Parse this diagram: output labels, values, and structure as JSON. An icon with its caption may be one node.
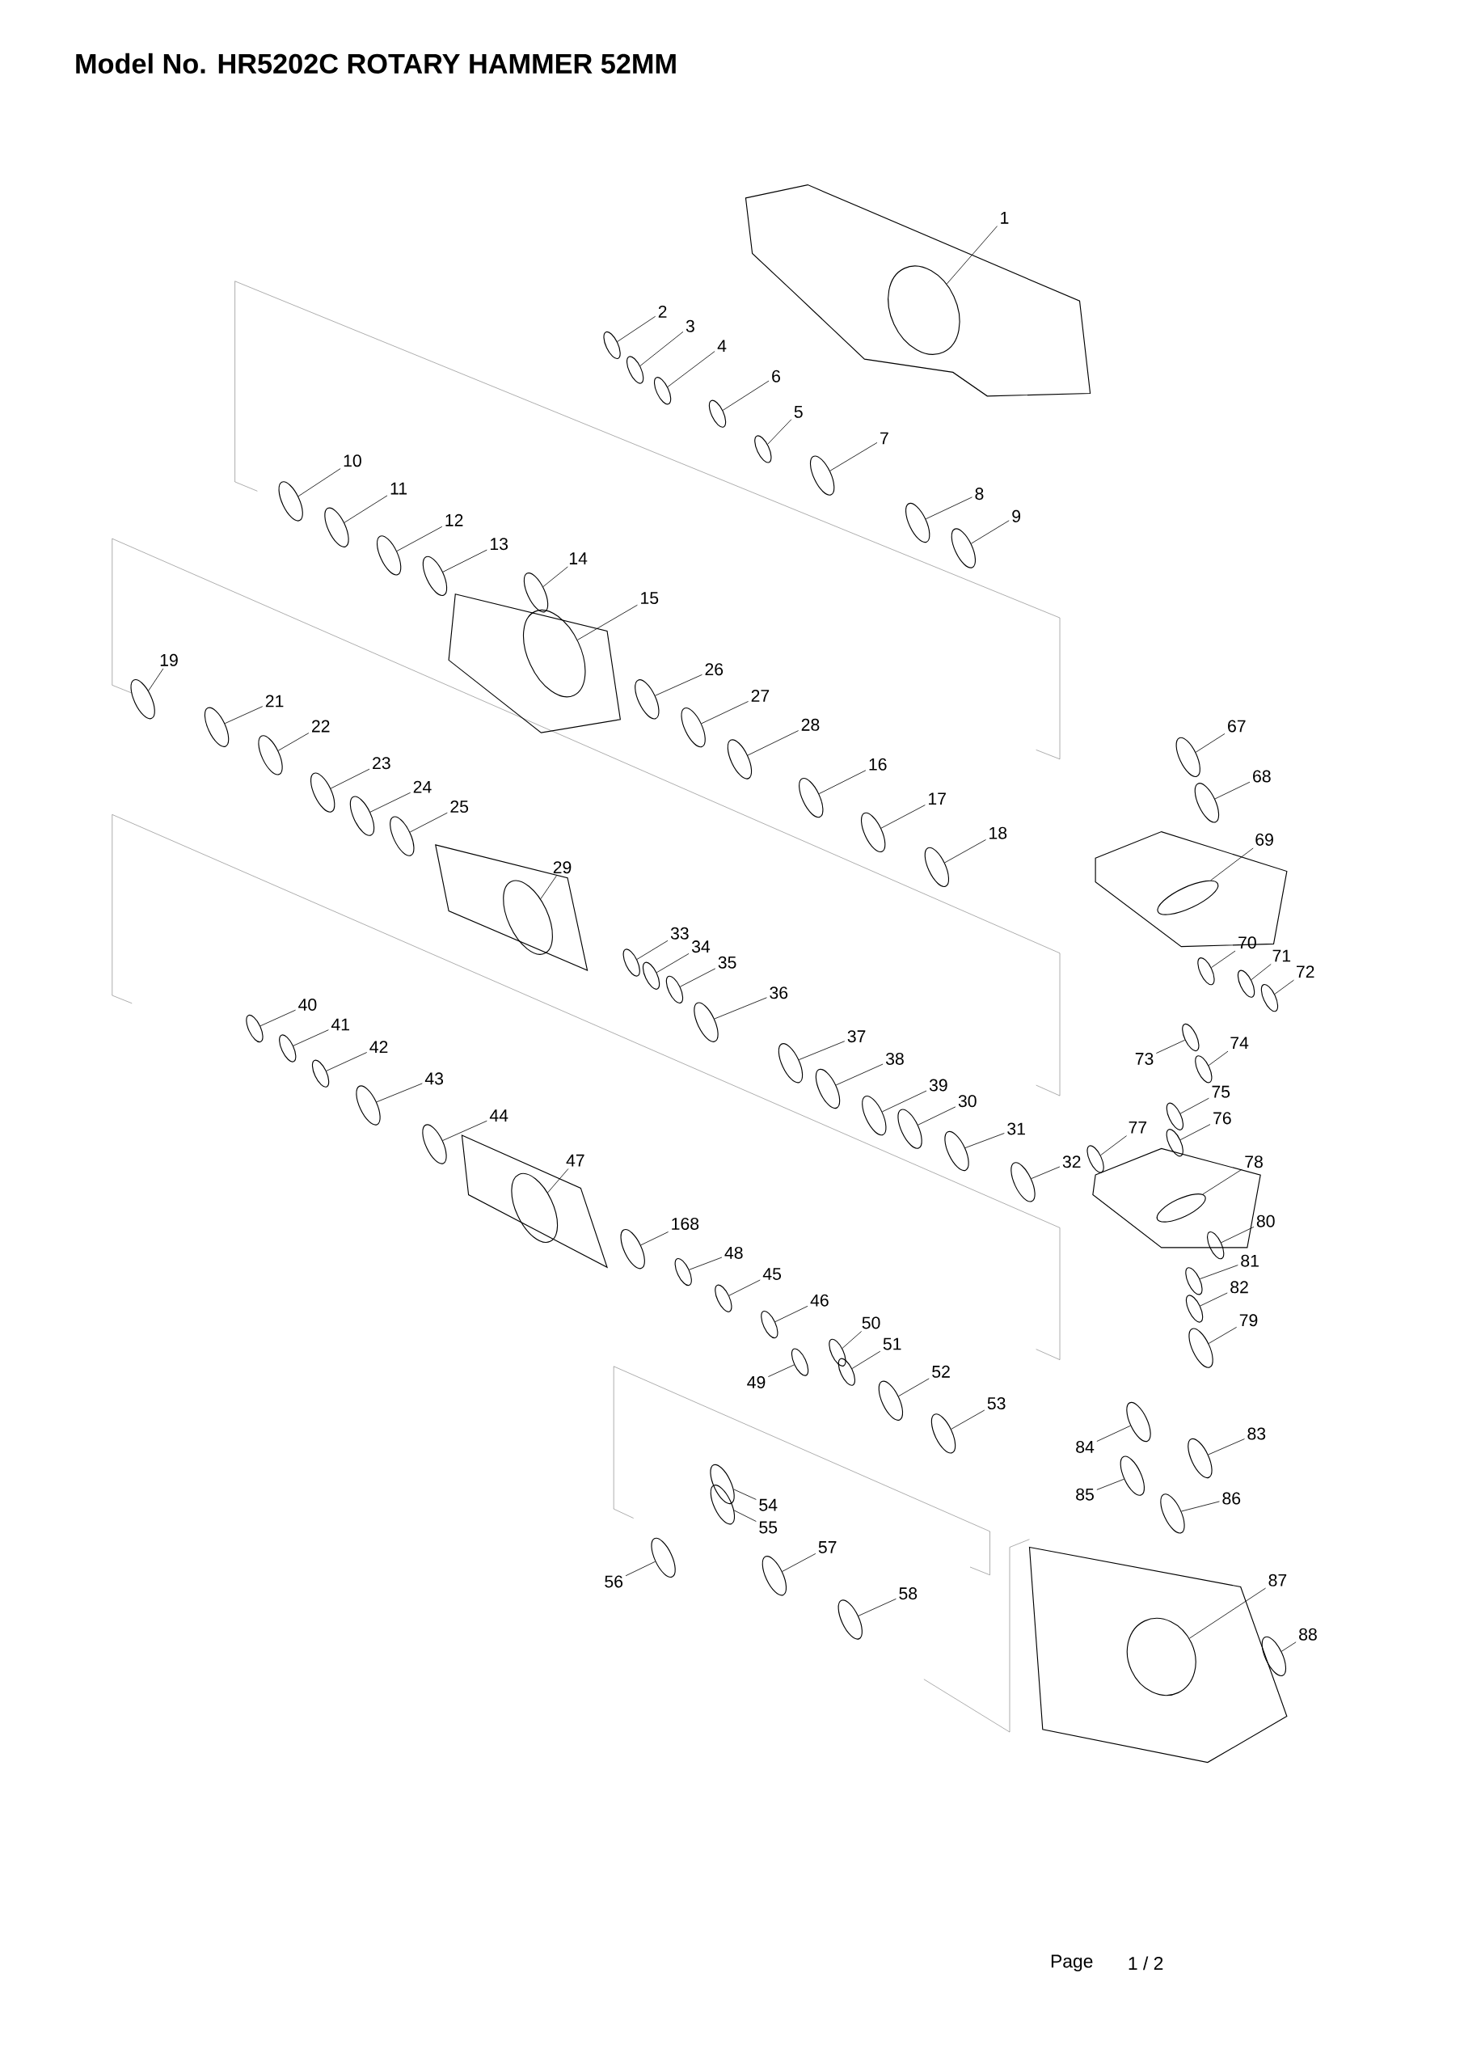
{
  "diagram": {
    "title": "Model No. HR5202C  ROTARY HAMMER 52MM",
    "nodes": [
      {
        "text": [
          "1"
        ]
      },
      {
        "text": [
          "2"
        ]
      },
      {
        "text": [
          "3"
        ]
      },
      {
        "text": [
          "4"
        ]
      },
      {
        "text": [
          "6"
        ]
      },
      {
        "text": [
          "5"
        ]
      },
      {
        "text": [
          "7"
        ]
      },
      {
        "text": [
          "8"
        ]
      },
      {
        "text": [
          "9"
        ]
      },
      {
        "text": [
          "10"
        ]
      },
      {
        "text": [
          "11"
        ]
      },
      {
        "text": [
          "12"
        ]
      },
      {
        "text": [
          "13"
        ]
      },
      {
        "text": [
          "14"
        ]
      },
      {
        "text": [
          "15"
        ]
      },
      {
        "text": [
          "26"
        ]
      },
      {
        "text": [
          "27"
        ]
      },
      {
        "text": [
          "28"
        ]
      },
      {
        "text": [
          "16"
        ]
      },
      {
        "text": [
          "17"
        ]
      },
      {
        "text": [
          "18"
        ]
      },
      {
        "text": [
          "19"
        ]
      },
      {
        "text": [
          "21"
        ]
      },
      {
        "text": [
          "22"
        ]
      },
      {
        "text": [
          "23"
        ]
      },
      {
        "text": [
          "24"
        ]
      },
      {
        "text": [
          "25"
        ]
      },
      {
        "text": [
          "29"
        ]
      },
      {
        "text": [
          "33"
        ]
      },
      {
        "text": [
          "34"
        ]
      },
      {
        "text": [
          "35"
        ]
      },
      {
        "text": [
          "36"
        ]
      },
      {
        "text": [
          "37"
        ]
      },
      {
        "text": [
          "38"
        ]
      },
      {
        "text": [
          "39"
        ]
      },
      {
        "text": [
          "30"
        ]
      },
      {
        "text": [
          "31"
        ]
      },
      {
        "text": [
          "32"
        ]
      },
      {
        "text": [
          "40"
        ]
      },
      {
        "text": [
          "41"
        ]
      },
      {
        "text": [
          "42"
        ]
      },
      {
        "text": [
          "43"
        ]
      },
      {
        "text": [
          "44"
        ]
      },
      {
        "text": [
          "47"
        ]
      },
      {
        "text": [
          "168"
        ]
      },
      {
        "text": [
          "48"
        ]
      },
      {
        "text": [
          "45"
        ]
      },
      {
        "text": [
          "46"
        ]
      },
      {
        "text": [
          "50"
        ]
      },
      {
        "text": [
          "51"
        ]
      },
      {
        "text": [
          "49"
        ]
      },
      {
        "text": [
          "52"
        ]
      },
      {
        "text": [
          "53"
        ]
      },
      {
        "text": [
          "54"
        ]
      },
      {
        "text": [
          "55"
        ]
      },
      {
        "text": [
          "56"
        ]
      },
      {
        "text": [
          "57"
        ]
      },
      {
        "text": [
          "58"
        ]
      },
      {
        "text": [
          "67"
        ]
      },
      {
        "text": [
          "68"
        ]
      },
      {
        "text": [
          "69"
        ]
      },
      {
        "text": [
          "70"
        ]
      },
      {
        "text": [
          "71"
        ]
      },
      {
        "text": [
          "72"
        ]
      },
      {
        "text": [
          "73"
        ]
      },
      {
        "text": [
          "74"
        ]
      },
      {
        "text": [
          "75"
        ]
      },
      {
        "text": [
          "76"
        ]
      },
      {
        "text": [
          "77"
        ]
      },
      {
        "text": [
          "78"
        ]
      },
      {
        "text": [
          "80"
        ]
      },
      {
        "text": [
          "81"
        ]
      },
      {
        "text": [
          "82"
        ]
      },
      {
        "text": [
          "79"
        ]
      },
      {
        "text": [
          "84"
        ]
      },
      {
        "text": [
          "83"
        ]
      },
      {
        "text": [
          "85"
        ]
      },
      {
        "text": [
          "86"
        ]
      },
      {
        "text": [
          "87"
        ]
      },
      {
        "text": [
          "88"
        ]
      },
      {
        "text": [],
        "shape": "picture"
      },
      {
        "text": [],
        "shape": "picture"
      },
      {
        "text": [],
        "shape": "picture"
      },
      {
        "text": [],
        "shape": "picture"
      },
      {
        "text": [],
        "shape": "picture"
      },
      {
        "text": [],
        "shape": "picture"
      },
      {
        "text": [],
        "shape": "picture"
      },
      {
        "text": [],
        "shape": "picture"
      },
      {
        "text": [],
        "shape": "picture"
      },
      {
        "text": [],
        "shape": "picture"
      },
      {
        "text": [],
        "shape": "picture"
      },
      {
        "text": [],
        "shape": "picture"
      },
      {
        "text": [],
        "shape": "picture"
      },
      {
        "text": [],
        "shape": "picture"
      },
      {
        "text": [],
        "shape": "picture"
      },
      {
        "text": [],
        "shape": "picture"
      },
      {
        "text": [],
        "shape": "picture"
      },
      {
        "text": [],
        "shape": "picture"
      },
      {
        "text": [],
        "shape": "picture"
      },
      {
        "text": [],
        "shape": "picture"
      },
      {
        "text": [],
        "shape": "picture"
      },
      {
        "text": [],
        "shape": "picture"
      },
      {
        "text": [],
        "shape": "picture"
      },
      {
        "text": [],
        "shape": "picture"
      },
      {
        "text": [],
        "shape": "picture"
      },
      {
        "text": [],
        "shape": "picture"
      },
      {
        "text": [],
        "shape": "picture"
      },
      {
        "text": [],
        "shape": "picture"
      },
      {
        "text": [],
        "shape": "picture"
      },
      {
        "text": [],
        "shape": "picture"
      },
      {
        "text": [],
        "shape": "picture"
      },
      {
        "text": [],
        "shape": "picture"
      },
      {
        "text": [],
        "shape": "picture"
      },
      {
        "text": [],
        "shape": "picture"
      },
      {
        "text": [],
        "shape": "picture"
      },
      {
        "text": [],
        "shape": "picture"
      },
      {
        "text": [],
        "shape": "picture"
      },
      {
        "text": [],
        "shape": "picture"
      },
      {
        "text": [],
        "shape": "picture"
      },
      {
        "text": [],
        "shape": "picture"
      },
      {
        "text": [],
        "shape": "picture"
      },
      {
        "text": [],
        "shape": "picture"
      },
      {
        "text": [],
        "shape": "picture"
      },
      {
        "text": [],
        "shape": "picture"
      },
      {
        "text": [],
        "shape": "picture"
      },
      {
        "text": [],
        "shape": "picture"
      },
      {
        "text": [],
        "shape": "picture"
      },
      {
        "text": [],
        "shape": "picture"
      },
      {
        "text": [],
        "shape": "picture"
      },
      {
        "text": [],
        "shape": "picture"
      },
      {
        "text": [],
        "shape": "picture"
      },
      {
        "text": [],
        "shape": "picture"
      },
      {
        "text": [],
        "shape": "picture"
      },
      {
        "text": [],
        "shape": "picture"
      },
      {
        "text": [],
        "shape": "picture"
      },
      {
        "text": [],
        "shape": "picture"
      },
      {
        "text": [],
        "shape": "picture"
      },
      {
        "text": [],
        "shape": "picture"
      },
      {
        "text": [],
        "shape": "picture"
      },
      {
        "text": [],
        "shape": "picture"
      },
      {
        "text": [],
        "shape": "picture"
      },
      {
        "text": [],
        "shape": "picture"
      },
      {
        "text": [],
        "shape": "picture"
      },
      {
        "text": [],
        "shape": "picture"
      },
      {
        "text": [],
        "shape": "picture"
      },
      {
        "text": [],
        "shape": "picture"
      },
      {
        "text": [],
        "shape": "picture"
      },
      {
        "text": [],
        "shape": "picture"
      },
      {
        "text": [],
        "shape": "picture"
      },
      {
        "text": [],
        "shape": "picture"
      },
      {
        "text": [],
        "shape": "picture"
      },
      {
        "text": [],
        "shape": "picture"
      },
      {
        "text": [],
        "shape": "picture"
      },
      {
        "text": [],
        "shape": "picture"
      },
      {
        "text": [],
        "shape": "picture"
      },
      {
        "text": [],
        "shape": "picture"
      },
      {
        "text": [],
        "shape": "picture"
      },
      {
        "text": [],
        "shape": "picture"
      },
      {
        "text": [],
        "shape": "picture"
      },
      {
        "text": [],
        "shape": "picture"
      }
    ],
    "edges": [
      {
        "from": 0,
        "to": 80,
        "arrow": "none"
      },
      {
        "from": 1,
        "to": 81,
        "arrow": "none"
      },
      {
        "from": 2,
        "to": 82,
        "arrow": "none"
      },
      {
        "from": 3,
        "to": 83,
        "arrow": "none"
      },
      {
        "from": 4,
        "to": 84,
        "arrow": "none"
      },
      {
        "from": 5,
        "to": 85,
        "arrow": "none"
      },
      {
        "from": 6,
        "to": 86,
        "arrow": "none"
      },
      {
        "from": 7,
        "to": 87,
        "arrow": "none"
      },
      {
        "from": 8,
        "to": 88,
        "arrow": "none"
      },
      {
        "from": 9,
        "to": 89,
        "arrow": "none"
      },
      {
        "from": 10,
        "to": 90,
        "arrow": "none"
      },
      {
        "from": 11,
        "to": 91,
        "arrow": "none"
      },
      {
        "from": 12,
        "to": 92,
        "arrow": "none"
      },
      {
        "from": 13,
        "to": 93,
        "arrow": "none"
      },
      {
        "from": 14,
        "to": 94,
        "arrow": "none"
      },
      {
        "from": 15,
        "to": 95,
        "arrow": "none"
      },
      {
        "from": 16,
        "to": 96,
        "arrow": "none"
      },
      {
        "from": 17,
        "to": 97,
        "arrow": "none"
      },
      {
        "from": 18,
        "to": 98,
        "arrow": "none"
      },
      {
        "from": 19,
        "to": 99,
        "arrow": "none"
      },
      {
        "from": 20,
        "to": 100,
        "arrow": "none"
      },
      {
        "from": 21,
        "to": 101,
        "arrow": "none"
      },
      {
        "from": 22,
        "to": 102,
        "arrow": "none"
      },
      {
        "from": 23,
        "to": 103,
        "arrow": "none"
      },
      {
        "from": 24,
        "to": 104,
        "arrow": "none"
      },
      {
        "from": 25,
        "to": 105,
        "arrow": "none"
      },
      {
        "from": 26,
        "to": 106,
        "arrow": "none"
      },
      {
        "from": 27,
        "to": 107,
        "arrow": "none"
      },
      {
        "from": 28,
        "to": 108,
        "arrow": "none"
      },
      {
        "from": 29,
        "to": 109,
        "arrow": "none"
      },
      {
        "from": 30,
        "to": 110,
        "arrow": "none"
      },
      {
        "from": 31,
        "to": 111,
        "arrow": "none"
      },
      {
        "from": 32,
        "to": 112,
        "arrow": "none"
      },
      {
        "from": 33,
        "to": 113,
        "arrow": "none"
      },
      {
        "from": 34,
        "to": 114,
        "arrow": "none"
      },
      {
        "from": 35,
        "to": 115,
        "arrow": "none"
      },
      {
        "from": 36,
        "to": 116,
        "arrow": "none"
      },
      {
        "from": 37,
        "to": 117,
        "arrow": "none"
      },
      {
        "from": 38,
        "to": 118,
        "arrow": "none"
      },
      {
        "from": 39,
        "to": 119,
        "arrow": "none"
      },
      {
        "from": 40,
        "to": 120,
        "arrow": "none"
      },
      {
        "from": 41,
        "to": 121,
        "arrow": "none"
      },
      {
        "from": 42,
        "to": 122,
        "arrow": "none"
      },
      {
        "from": 43,
        "to": 123,
        "arrow": "none"
      },
      {
        "from": 44,
        "to": 124,
        "arrow": "none"
      },
      {
        "from": 45,
        "to": 125,
        "arrow": "none"
      },
      {
        "from": 46,
        "to": 126,
        "arrow": "none"
      },
      {
        "from": 47,
        "to": 127,
        "arrow": "none"
      },
      {
        "from": 48,
        "to": 128,
        "arrow": "none"
      },
      {
        "from": 49,
        "to": 129,
        "arrow": "none"
      },
      {
        "from": 50,
        "to": 130,
        "arrow": "none"
      },
      {
        "from": 51,
        "to": 131,
        "arrow": "none"
      },
      {
        "from": 52,
        "to": 132,
        "arrow": "none"
      },
      {
        "from": 53,
        "to": 133,
        "arrow": "none"
      },
      {
        "from": 54,
        "to": 134,
        "arrow": "none"
      },
      {
        "from": 55,
        "to": 135,
        "arrow": "none"
      },
      {
        "from": 56,
        "to": 136,
        "arrow": "none"
      },
      {
        "from": 57,
        "to": 137,
        "arrow": "none"
      },
      {
        "from": 58,
        "to": 138,
        "arrow": "none"
      },
      {
        "from": 59,
        "to": 139,
        "arrow": "none"
      },
      {
        "from": 60,
        "to": 140,
        "arrow": "none"
      },
      {
        "from": 61,
        "to": 141,
        "arrow": "none"
      },
      {
        "from": 62,
        "to": 142,
        "arrow": "none"
      },
      {
        "from": 63,
        "to": 143,
        "arrow": "none"
      },
      {
        "from": 64,
        "to": 144,
        "arrow": "none"
      },
      {
        "from": 65,
        "to": 145,
        "arrow": "none"
      },
      {
        "from": 66,
        "to": 146,
        "arrow": "none"
      },
      {
        "from": 67,
        "to": 147,
        "arrow": "none"
      },
      {
        "from": 68,
        "to": 148,
        "arrow": "none"
      },
      {
        "from": 69,
        "to": 149,
        "arrow": "none"
      },
      {
        "from": 70,
        "to": 150,
        "arrow": "none"
      },
      {
        "from": 71,
        "to": 151,
        "arrow": "none"
      },
      {
        "from": 72,
        "to": 152,
        "arrow": "none"
      },
      {
        "from": 73,
        "to": 153,
        "arrow": "none"
      },
      {
        "from": 74,
        "to": 154,
        "arrow": "none"
      },
      {
        "from": 75,
        "to": 155,
        "arrow": "none"
      },
      {
        "from": 76,
        "to": 156,
        "arrow": "none"
      },
      {
        "from": 77,
        "to": 157,
        "arrow": "none"
      },
      {
        "from": 78,
        "to": 158,
        "arrow": "none"
      },
      {
        "from": 79,
        "to": 159,
        "arrow": "none"
      }
    ],
    "labels": [
      "Page",
      "1 / 2"
    ]
  }
}
